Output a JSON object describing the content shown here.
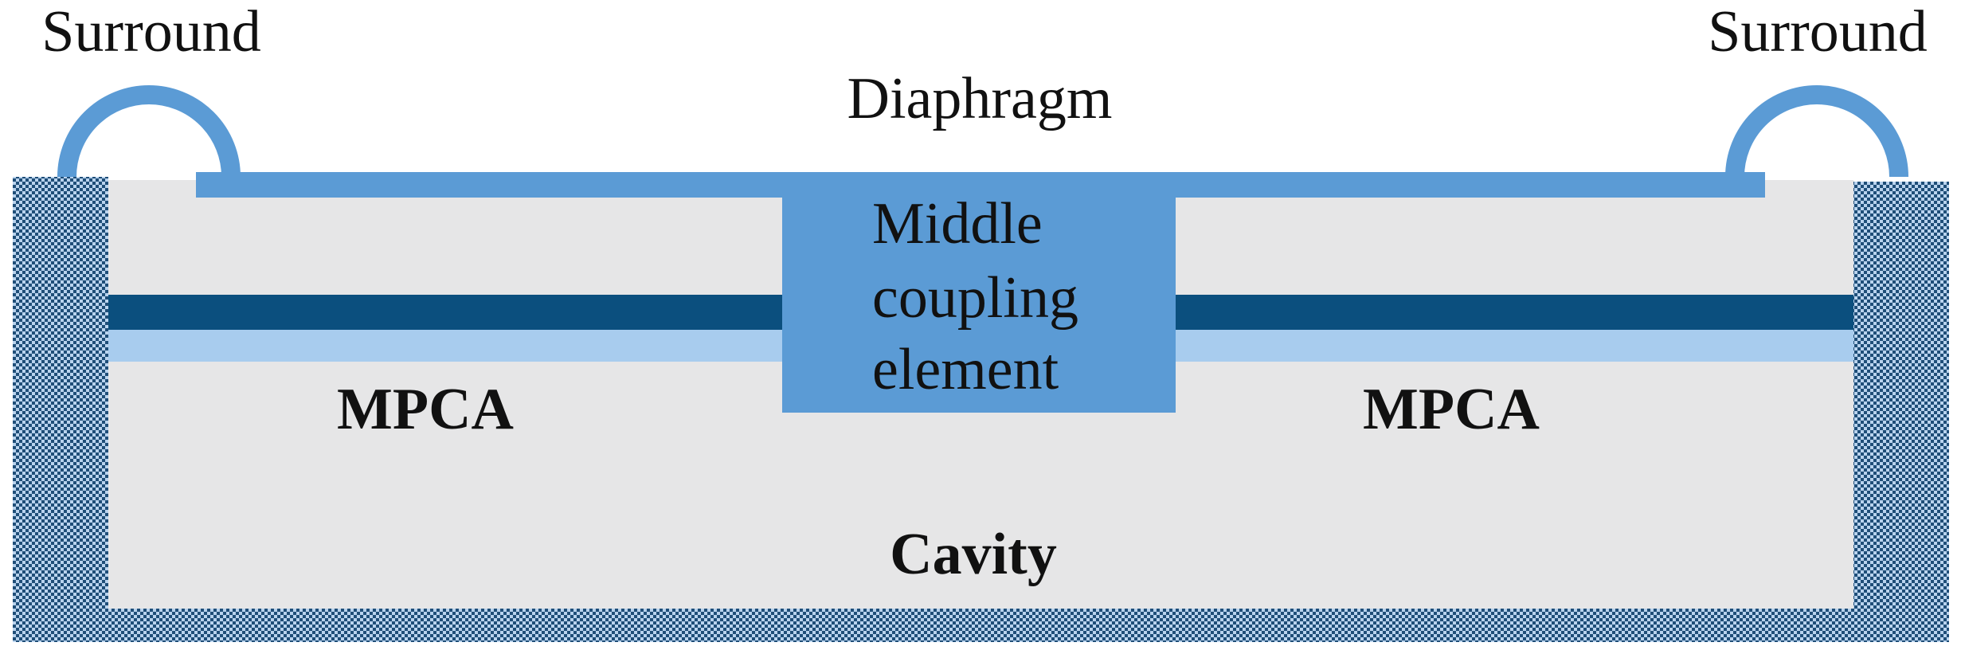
{
  "labels": {
    "surround_left": "Surround",
    "surround_right": "Surround",
    "diaphragm": "Diaphragm",
    "middle_coupling_line1": "Middle",
    "middle_coupling_line2": "coupling",
    "middle_coupling_line3": "element",
    "mpca_left": "MPCA",
    "mpca_right": "MPCA",
    "cavity": "Cavity"
  },
  "colors": {
    "background": "#ffffff",
    "cavity_fill": "#e6e6e7",
    "frame_dark": "#1f4e78",
    "frame_light": "#b9d3ee",
    "surround": "#5b9bd5",
    "diaphragm": "#5b9bd5",
    "coupling_element": "#5b9bd5",
    "mpca_dark": "#0b4f7e",
    "mpca_light": "#a8ccee"
  }
}
